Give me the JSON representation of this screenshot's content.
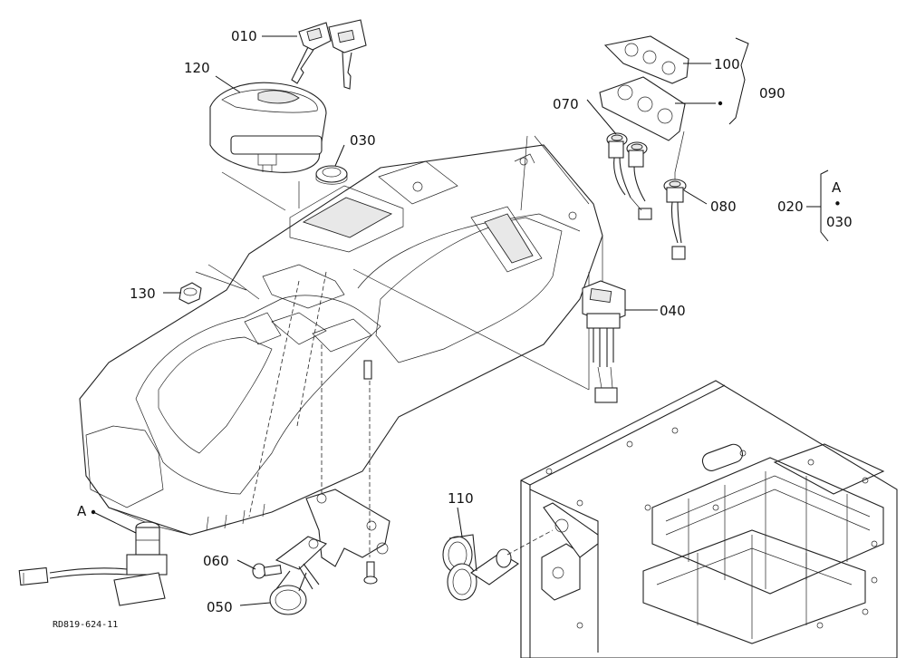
{
  "diagram": {
    "callouts": [
      {
        "id": "010",
        "text": "010"
      },
      {
        "id": "120",
        "text": "120"
      },
      {
        "id": "030",
        "text": "030"
      },
      {
        "id": "100",
        "text": "100"
      },
      {
        "id": "090",
        "text": "090"
      },
      {
        "id": "070",
        "text": "070"
      },
      {
        "id": "080",
        "text": "080"
      },
      {
        "id": "040",
        "text": "040"
      },
      {
        "id": "130",
        "text": "130"
      },
      {
        "id": "110",
        "text": "110"
      },
      {
        "id": "060",
        "text": "060"
      },
      {
        "id": "050",
        "text": "050"
      }
    ],
    "assembly_group": {
      "number": "020",
      "line1": "A",
      "dot": "•",
      "line2": "030"
    },
    "view_marker": "A",
    "drawing_code": "RD819-624-11"
  }
}
